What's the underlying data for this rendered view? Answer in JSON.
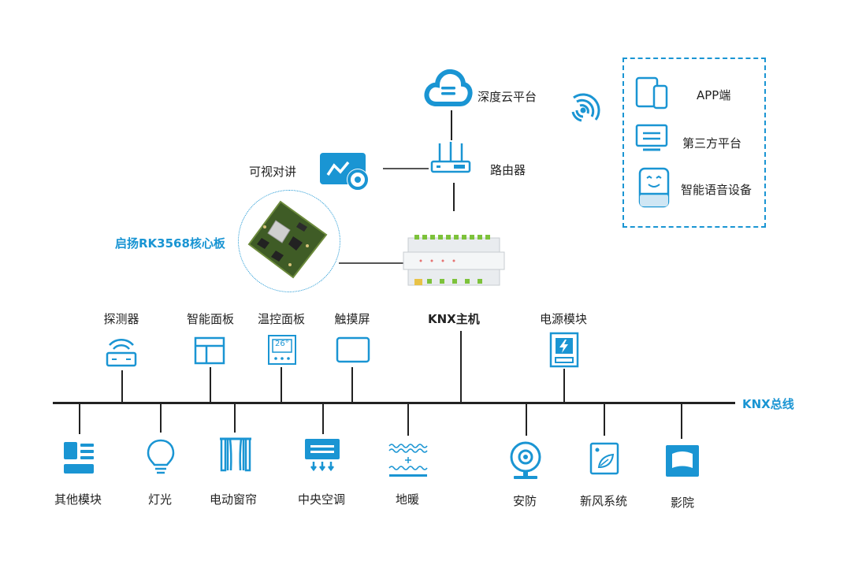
{
  "top": {
    "cloud_label": "深度云平台",
    "router_label": "路由器",
    "intercom_label": "可视对讲",
    "core_board_label": "启扬RK3568核心板",
    "host_label": "KNX主机",
    "bus_label": "KNX总线"
  },
  "panel": {
    "items": [
      {
        "label": "APP端",
        "icon": "phone-tablet-icon"
      },
      {
        "label": "第三方平台",
        "icon": "monitor-icon"
      },
      {
        "label": "智能语音设备",
        "icon": "smart-speaker-icon"
      }
    ]
  },
  "upper_devices": [
    {
      "label": "探测器",
      "icon": "detector-icon"
    },
    {
      "label": "智能面板",
      "icon": "smart-panel-icon"
    },
    {
      "label": "温控面板",
      "icon": "thermostat-icon"
    },
    {
      "label": "触摸屏",
      "icon": "touchscreen-icon"
    },
    {
      "label": "电源模块",
      "icon": "power-module-icon"
    }
  ],
  "thermostat_reading": "26°",
  "lower_devices": [
    {
      "label": "其他模块",
      "icon": "other-module-icon"
    },
    {
      "label": "灯光",
      "icon": "bulb-icon"
    },
    {
      "label": "电动窗帘",
      "icon": "curtain-icon"
    },
    {
      "label": "中央空调",
      "icon": "ac-icon"
    },
    {
      "label": "地暖",
      "icon": "floor-heating-icon"
    },
    {
      "label": "安防",
      "icon": "camera-icon"
    },
    {
      "label": "新风系统",
      "icon": "fresh-air-icon"
    },
    {
      "label": "影院",
      "icon": "cinema-icon"
    }
  ],
  "colors": {
    "accent": "#1a95d3",
    "line": "#222222"
  }
}
